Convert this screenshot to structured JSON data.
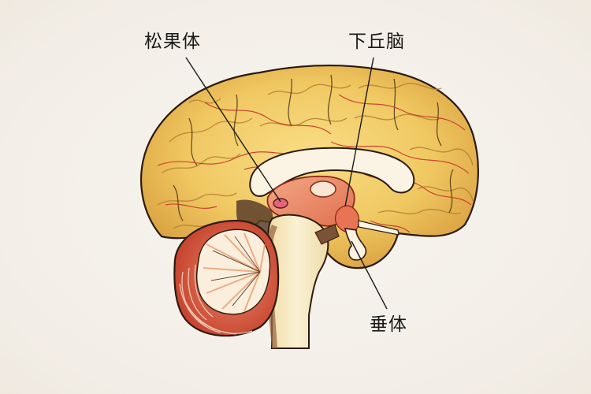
{
  "diagram": {
    "subject": "brain sagittal section",
    "background_color": "#f4f0ea",
    "colors": {
      "cerebrum": "#f2cf6a",
      "cerebrum_shade": "#d9a63f",
      "vessels": "#c8372d",
      "cerebellum_outer": "#d9614a",
      "cerebellum_inner": "#fbeedd",
      "brainstem": "#f7ecc8",
      "thalamus": "#ec8f6a",
      "pineal": "#e0657a",
      "leader_line": "#1a1a1a"
    },
    "labels": [
      {
        "id": "pineal",
        "text": "松果体"
      },
      {
        "id": "hypothalamus",
        "text": "下丘脑"
      },
      {
        "id": "pituitary",
        "text": "垂体"
      }
    ]
  }
}
